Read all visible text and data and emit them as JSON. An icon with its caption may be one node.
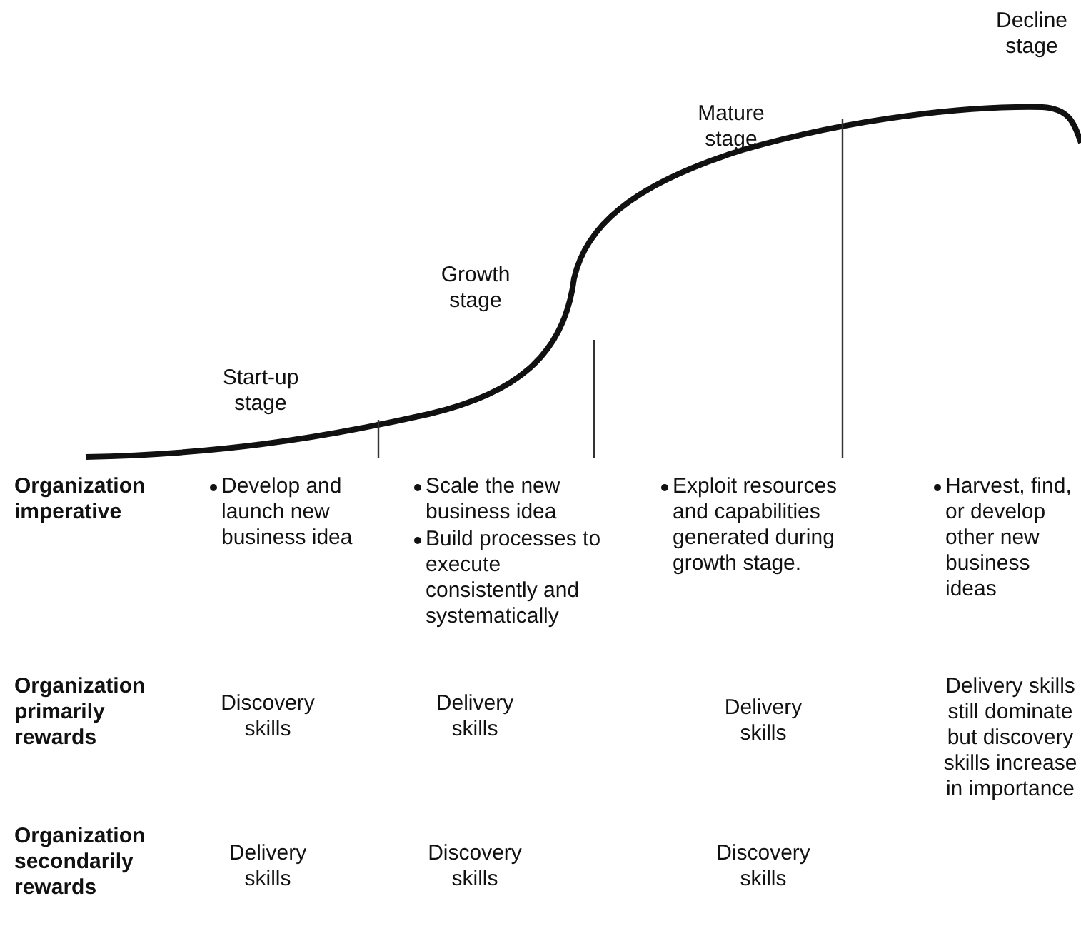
{
  "diagram": {
    "labels": [
      "Start-up stage",
      "Growth stage",
      "Mature stage",
      "Decline stage",
      "Organization imperative",
      "Develop and launch new business idea",
      "Scale the new business idea",
      "Build processes to execute consistently and systematically",
      "Exploit resources and capabilities generated during growth stage.",
      "Harvest, find, or develop other new business ideas",
      "Organization primarily rewards",
      "Discovery skills",
      "Delivery skills",
      "Delivery skills",
      "Delivery skills still dominate but discovery skills increase in importance",
      "Organization secondarily rewards",
      "Delivery skills",
      "Discovery skills",
      "Discovery skills"
    ]
  }
}
